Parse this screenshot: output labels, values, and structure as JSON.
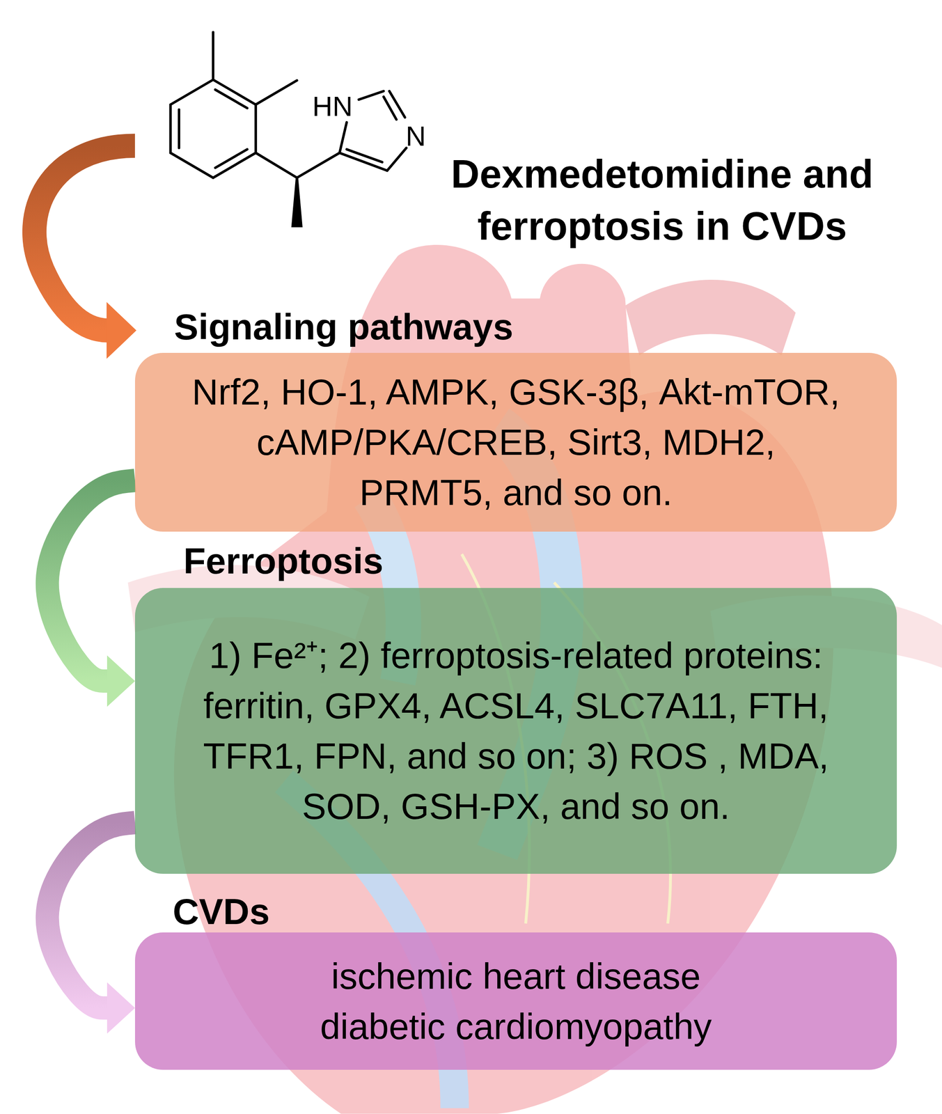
{
  "diagram": {
    "title": "Dexmedetomidine and ferroptosis in CVDs",
    "nodes": [
      {
        "text": [
          "Signaling pathways",
          "Nrf2, HO-1, AMPK, GSK-3β, Akt-mTOR, cAMP/PKA/CREB, Sirt3, MDH2, PRMT5, and so on."
        ]
      },
      {
        "text": [
          "Ferroptosis",
          "1) Fe²⁺; 2) ferroptosis-related proteins: ferritin, GPX4, ACSL4, SLC7A11, FTH, TFR1, FPN, and so on; 3) ROS , MDA, SOD, GSH-PX, and so on."
        ]
      },
      {
        "text": [
          "CVDs",
          "ischemic heart disease diabetic cardiomyopathy"
        ]
      }
    ],
    "edges": [
      {
        "from": 0,
        "to": 1,
        "arrow": "to"
      },
      {
        "from": 1,
        "to": 2,
        "arrow": "to"
      }
    ],
    "labels": [
      "HN",
      "N"
    ]
  }
}
